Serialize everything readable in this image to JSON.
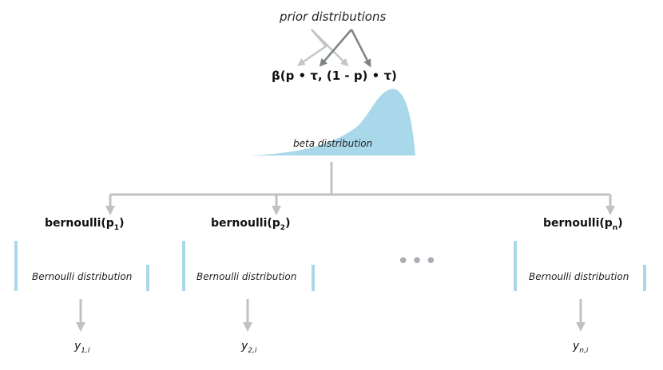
{
  "diagram": {
    "prior_label": "prior distributions",
    "beta_formula": "β(p • τ, (1 - p) • τ)",
    "beta_label": "beta distribution",
    "ellipsis": "•••",
    "nodes": [
      {
        "label_prefix": "bernoulli(p",
        "label_sub": "1",
        "label_suffix": ")",
        "dist_label": "Bernoulli distribution",
        "y_prefix": "y",
        "y_sub": "1,i"
      },
      {
        "label_prefix": "bernoulli(p",
        "label_sub": "2",
        "label_suffix": ")",
        "dist_label": "Bernoulli distribution",
        "y_prefix": "y",
        "y_sub": "2,i"
      },
      {
        "label_prefix": "bernoulli(p",
        "label_sub": "n",
        "label_suffix": ")",
        "dist_label": "Bernoulli distribution",
        "y_prefix": "y",
        "y_sub": "n,i"
      }
    ]
  },
  "colors": {
    "light_arrow": "#c2c7c5",
    "dark_arrow": "#7d8584",
    "connector": "#c0c2c2",
    "beta_fill": "#a9d8ea",
    "bar": "#a9d8ea"
  }
}
